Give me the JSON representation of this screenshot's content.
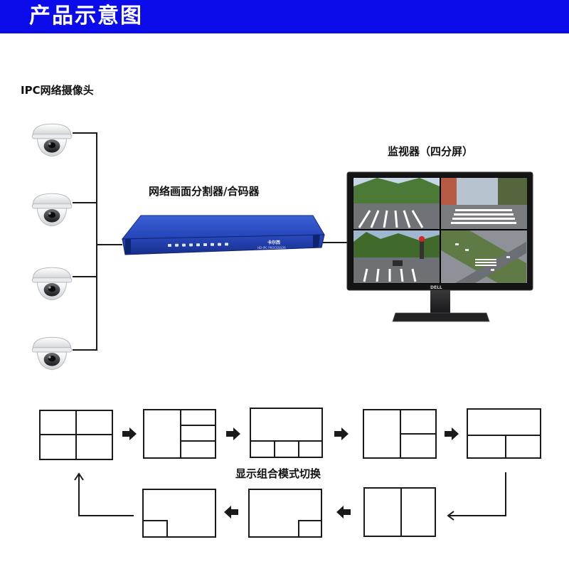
{
  "header": {
    "title": "产品示意图"
  },
  "labels": {
    "cameras": "IPC网络摄像头",
    "processor": "网络画面分割器/合码器",
    "monitor": "监视器（四分屏）",
    "modes": "显示组合模式切换"
  },
  "device": {
    "brand_text": "卡尔西",
    "model_text": "HD-IPC PROCESSOR"
  },
  "monitor_brand": "DELL",
  "colors": {
    "header_bg": "#0c0ceb",
    "device_blue": "#1f3fb0",
    "line": "#1a1a1a"
  }
}
